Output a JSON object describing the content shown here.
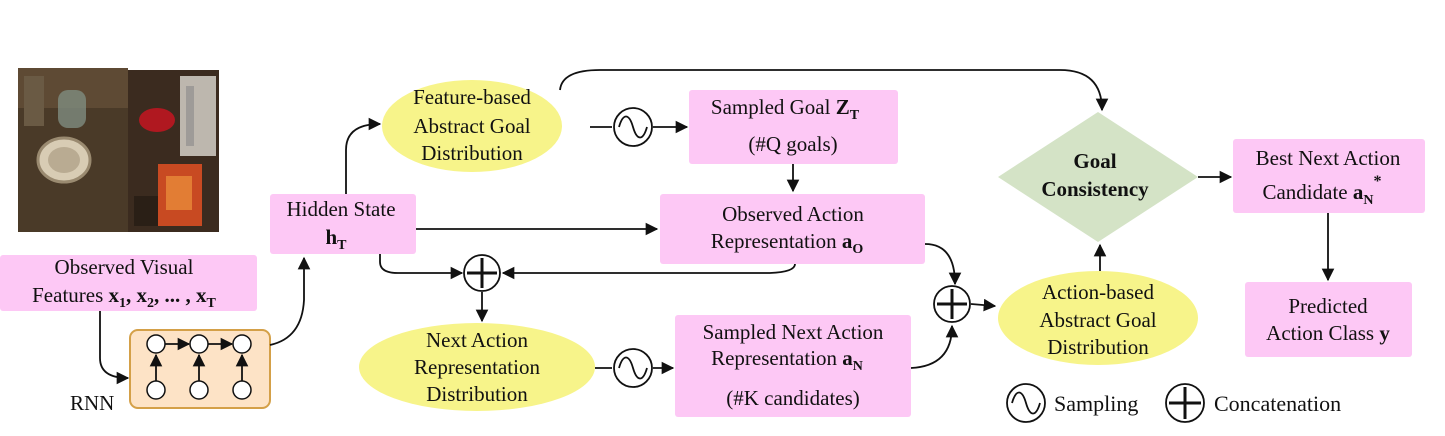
{
  "nodes": {
    "observed_features": {
      "line1": "Observed Visual",
      "line2_prefix": "Features ",
      "x1": "x",
      "x1_sub": "1",
      "x2": ", x",
      "x2_sub": "2",
      "dots": ", ... , x",
      "xt_sub": "T"
    },
    "rnn_label": "RNN",
    "hidden_state": {
      "line1": "Hidden State",
      "symbol": "h",
      "sub": "T"
    },
    "feature_goal": {
      "line1": "Feature-based",
      "line2": "Abstract Goal",
      "line3": "Distribution"
    },
    "sampled_goal": {
      "line1_prefix": "Sampled Goal ",
      "symbol": "Z",
      "sub": "T",
      "line2": "(#Q goals)"
    },
    "observed_action": {
      "line1": "Observed Action",
      "line2_prefix": "Representation ",
      "symbol": "a",
      "sub": "O"
    },
    "next_action_dist": {
      "line1": "Next Action",
      "line2": "Representation",
      "line3": "Distribution"
    },
    "sampled_next": {
      "line1": "Sampled Next Action",
      "line2_prefix": "Representation ",
      "symbol": "a",
      "sub": "N",
      "line3": "(#K candidates)"
    },
    "goal_consistency": {
      "line1": "Goal",
      "line2": "Consistency"
    },
    "action_goal": {
      "line1": "Action-based",
      "line2": "Abstract Goal",
      "line3": "Distribution"
    },
    "best_next": {
      "line1": "Best Next Action",
      "line2_prefix": "Candidate ",
      "symbol": "a",
      "sub": "N",
      "sup": "*"
    },
    "predicted": {
      "line1": "Predicted",
      "line2_prefix": "Action Class ",
      "symbol": "y"
    }
  },
  "legend": {
    "sampling": "Sampling",
    "concatenation": "Concatenation"
  },
  "colors": {
    "box_pink": "#fdc8f5",
    "ellipse_yellow": "#f7f48a",
    "diamond_green": "#d4e3c6",
    "rnn_fill": "#fde3c6",
    "rnn_border": "#d4a048"
  }
}
